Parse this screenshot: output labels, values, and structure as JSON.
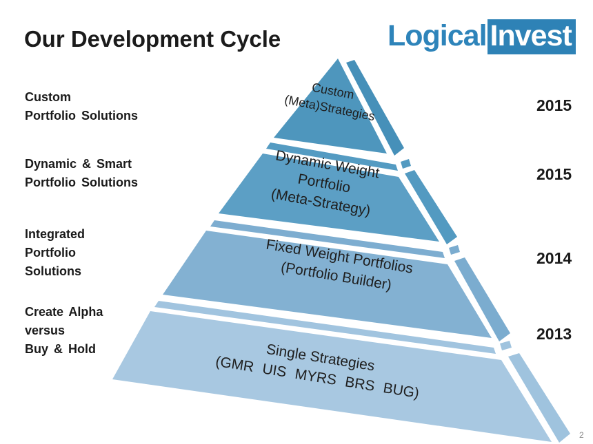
{
  "slide": {
    "title": "Our Development Cycle",
    "page_number": "2",
    "logo": {
      "part1": "Logical",
      "part2": "Invest",
      "part1_color": "#2E84BA",
      "part2_text_color": "#FFFFFF",
      "part2_bg_color": "#2E82B6"
    },
    "rows": [
      {
        "side_label": [
          "Custom",
          "Portfolio Solutions"
        ],
        "year": "2015"
      },
      {
        "side_label": [
          "Dynamic & Smart",
          "Portfolio Solutions"
        ],
        "year": "2015"
      },
      {
        "side_label": [
          "Integrated",
          "Portfolio",
          "Solutions"
        ],
        "year": "2014"
      },
      {
        "side_label": [
          "Create Alpha",
          "versus",
          "Buy & Hold"
        ],
        "year": "2013"
      }
    ],
    "pyramid": {
      "text_color": "#1f1f1f",
      "tiers": [
        {
          "lines": [
            "Custom",
            "(Meta)Strategies"
          ],
          "colors": {
            "face": "#4E96BD",
            "side": "#4690B9"
          }
        },
        {
          "lines": [
            "Dynamic Weight",
            "Portfolio",
            "(Meta-Strategy)"
          ],
          "colors": {
            "face": "#5C9FC5",
            "side": "#539AC1",
            "strip": "#549BC2"
          }
        },
        {
          "lines": [
            "Fixed Weight Portfolios",
            "(Portfolio Builder)"
          ],
          "colors": {
            "face": "#83B1D2",
            "side": "#7BACCF",
            "strip": "#7DADD0"
          }
        },
        {
          "lines": [
            "Single Strategies",
            "(GMR UIS MYRS BRS BUG)"
          ],
          "colors": {
            "face": "#A8C8E1",
            "side": "#9FC3DE",
            "strip": "#A1C4DF"
          }
        }
      ]
    }
  }
}
